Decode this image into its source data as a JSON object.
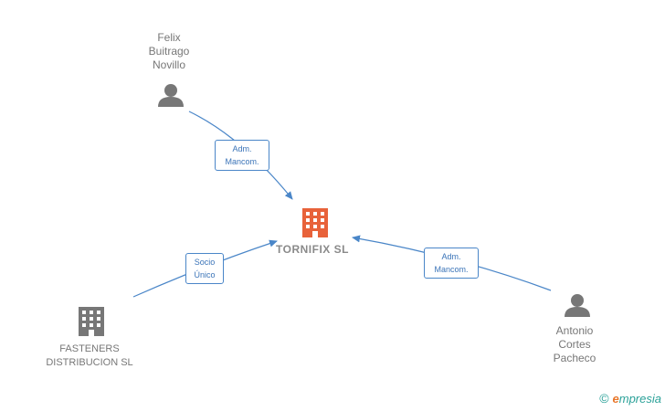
{
  "nodes": {
    "center": {
      "label": "TORNIFIX  SL",
      "color": "#e8623a"
    },
    "felix": {
      "label": "Felix\nBuitrago\nNovillo"
    },
    "antonio": {
      "label": "Antonio\nCortes\nPacheco"
    },
    "fasteners": {
      "label": "FASTENERS\nDISTRIBUCION SL"
    }
  },
  "edges": {
    "felix_center": "Adm.\nMancom.",
    "antonio_center": "Adm.\nMancom.",
    "fasteners_center": "Socio\nÚnico"
  },
  "brand": {
    "copyright": "©",
    "first_letter": "e",
    "rest": "mpresia"
  },
  "colors": {
    "edge": "#4a86c8",
    "person": "#777777",
    "company_gray": "#777777",
    "company_accent": "#e8623a"
  }
}
